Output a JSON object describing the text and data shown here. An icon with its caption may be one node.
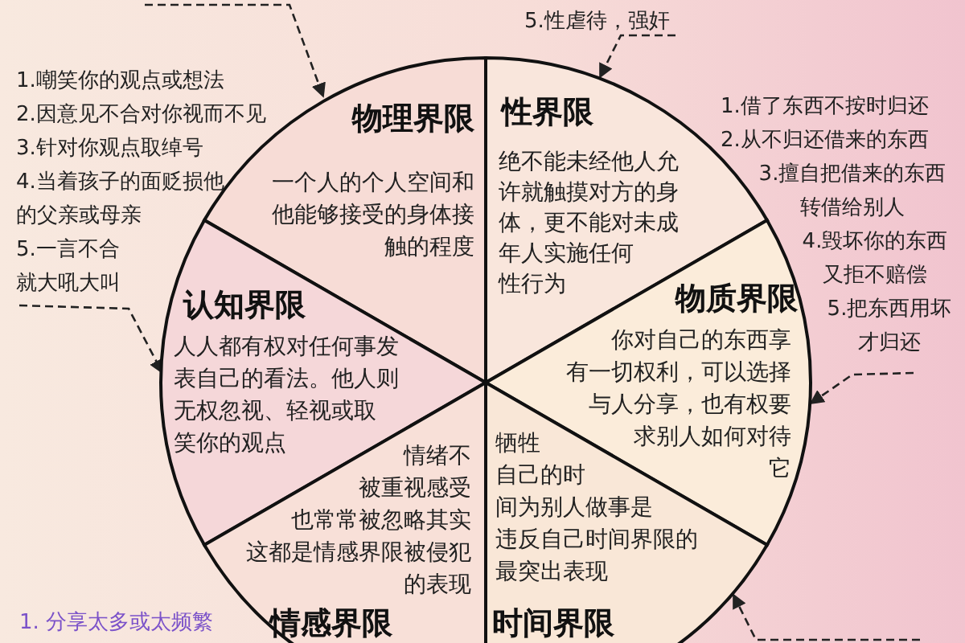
{
  "diagram": {
    "nodes": [
      {
        "text": [
          "5.性虐待，强奸"
        ]
      },
      {
        "text": [
          "1.嘲笑你的观点或想法",
          "2.因意见不合对你视而不见",
          "3.针对你观点取绰号",
          "4.当着孩子的面贬损他的父亲或母亲",
          "5.一言不合就大吼大叫"
        ]
      },
      {
        "text": [
          "物理界限",
          "一个人的个人空间和他能够接受的身体接触的程度"
        ]
      },
      {
        "text": [
          "性界限",
          "绝不能未经他人允许就触摸对方的身体，更不能对未成年人实施任何性行为"
        ]
      },
      {
        "text": [
          "1.借了东西不按时归还",
          "2.从不归还借来的东西",
          "3.擅自把借来的东西转借给别人",
          "4.毁坏你的东西又拒不赔偿",
          "5.把东西用坏才归还"
        ]
      },
      {
        "text": [
          "认知界限",
          "人人都有权对任何事发表自己的看法。他人则无权忽视、轻视或取笑你的观点"
        ]
      },
      {
        "text": [
          "物质界限",
          "你对自己的东西享有一切权利，可以选择与人分享，也有权要求别人如何对待它"
        ]
      },
      {
        "text": [
          "情绪不被重视感受也常常被忽略其实这都是情感界限被侵犯的表现",
          "情感界限"
        ]
      },
      {
        "text": [
          "牺牲自己的时间为别人做事是违反自己时间界限的最突出表现",
          "时间界限"
        ]
      }
    ],
    "edges": [
      {
        "from": null,
        "to": 2,
        "arrow": "to",
        "style": "dashed"
      },
      {
        "from": 0,
        "to": 3,
        "arrow": "to",
        "style": "dashed"
      },
      {
        "from": 1,
        "to": 5,
        "arrow": "to",
        "style": "dashed"
      },
      {
        "from": 4,
        "to": 6,
        "arrow": "to",
        "style": "dashed"
      },
      {
        "from": null,
        "to": 8,
        "arrow": "to",
        "style": "dashed"
      }
    ],
    "labels": [
      "1. 分享太多或太频繁"
    ]
  }
}
